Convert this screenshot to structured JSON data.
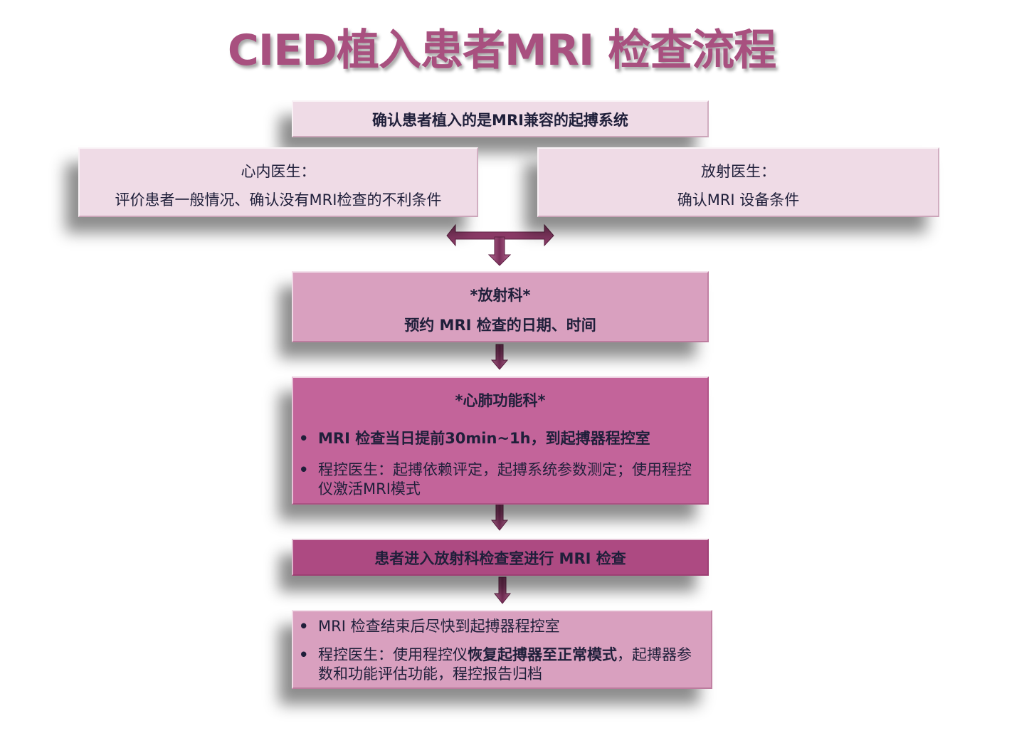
{
  "title": "CIED植入患者MRI 检查流程",
  "colors": {
    "title": "#a8507f",
    "box_light": "#efdbe6",
    "box_mid": "#d9a0bf",
    "box_strong": "#c3649a",
    "box_dark": "#ad4a82",
    "arrow": "#7a2f5a"
  },
  "steps": {
    "confirm": "确认患者植入的是MRI兼容的起搏系统",
    "cardiologist": {
      "role": "心内医生：",
      "task": "评价患者一般情况、确认没有MRI检查的不利条件"
    },
    "radiologist": {
      "role": "放射医生：",
      "task": "确认MRI 设备条件"
    },
    "radiology_dept": {
      "head": "*放射科*",
      "task": "预约 MRI 检查的日期、时间"
    },
    "cardiopulmonary": {
      "head": "*心肺功能科*",
      "bullet_marker": "•",
      "items": [
        "MRI 检查当日提前30min~1h，到起搏器程控室",
        "程控医生：起搏依赖评定，起搏系统参数测定；使用程控仪激活MRI模式"
      ]
    },
    "scan": "患者进入放射科检查室进行 MRI 检查",
    "after": {
      "item1": "MRI 检查结束后尽快到起搏器程控室",
      "item2_pre": "程控医生：使用程控仪",
      "item2_bold": "恢复起搏器至正常模式",
      "item2_post": "，起搏器参数和功能评估功能，程控报告归档"
    }
  }
}
